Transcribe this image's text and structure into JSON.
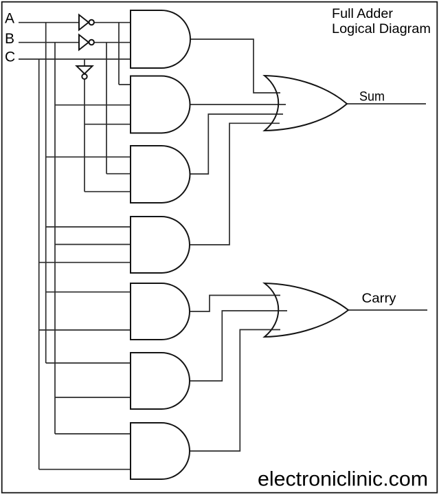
{
  "title": {
    "line1": "Full Adder",
    "line2": "Logical Diagram"
  },
  "watermark": "electroniclinic.com",
  "inputs": {
    "a": "A",
    "b": "B",
    "c": "C"
  },
  "outputs": {
    "sum": "Sum",
    "carry": "Carry"
  },
  "colors": {
    "background": "#ffffff",
    "wire": "#2b2b2b",
    "gate": "#141414",
    "text": "#000000"
  },
  "circuit": {
    "type": "full-adder sum-of-products logic diagram",
    "not_gates": [
      {
        "id": "not-a",
        "input": "A",
        "output": "A'"
      },
      {
        "id": "not-b",
        "input": "B",
        "output": "B'"
      },
      {
        "id": "not-c",
        "input": "C",
        "output": "C'"
      }
    ],
    "and_gates": [
      {
        "id": "and-1",
        "inputs": [
          "A'",
          "B'",
          "C"
        ],
        "feeds": "sum-or"
      },
      {
        "id": "and-2",
        "inputs": [
          "A'",
          "B",
          "C'"
        ],
        "feeds": "sum-or"
      },
      {
        "id": "and-3",
        "inputs": [
          "A",
          "B'",
          "C'"
        ],
        "feeds": "sum-or"
      },
      {
        "id": "and-4",
        "inputs": [
          "A",
          "B",
          "C"
        ],
        "feeds": "sum-or"
      },
      {
        "id": "and-5",
        "inputs": [
          "A",
          "C"
        ],
        "feeds": "carry-or"
      },
      {
        "id": "and-6",
        "inputs": [
          "A",
          "B"
        ],
        "feeds": "carry-or"
      },
      {
        "id": "and-7",
        "inputs": [
          "B",
          "C"
        ],
        "feeds": "carry-or"
      }
    ],
    "or_gates": [
      {
        "id": "sum-or",
        "input_count": 4,
        "output": "Sum"
      },
      {
        "id": "carry-or",
        "input_count": 3,
        "output": "Carry"
      }
    ]
  }
}
